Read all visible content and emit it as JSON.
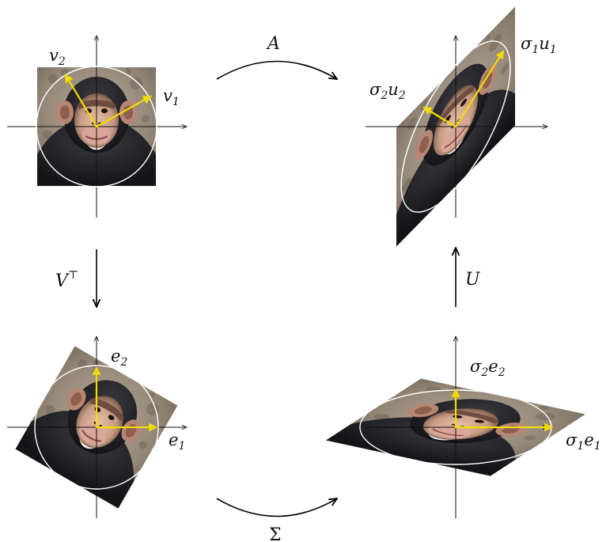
{
  "maps": {
    "A": "A",
    "VT_base": "V",
    "VT_sup": "⊤",
    "U": "U",
    "Sigma": "Σ"
  },
  "panels": {
    "top_left": {
      "v1_base": "v",
      "v1_sub": "1",
      "v2_base": "v",
      "v2_sub": "2"
    },
    "top_right": {
      "s1u1_sigma": "σ",
      "s1u1_sigma_sub": "1",
      "s1u1_u": "u",
      "s1u1_u_sub": "1",
      "s2u2_sigma": "σ",
      "s2u2_sigma_sub": "2",
      "s2u2_u": "u",
      "s2u2_u_sub": "2"
    },
    "bottom_left": {
      "e1_base": "e",
      "e1_sub": "1",
      "e2_base": "e",
      "e2_sub": "2"
    },
    "bottom_right": {
      "s1e1_sigma": "σ",
      "s1e1_sigma_sub": "1",
      "s1e1_e": "e",
      "s1e1_e_sub": "1",
      "s2e2_sigma": "σ",
      "s2e2_sigma_sub": "2",
      "s2e2_e": "e",
      "s2e2_e_sub": "2"
    }
  },
  "colors": {
    "vector": "#f2dc00",
    "unit_circle": "#ffffff",
    "axes": "#111111"
  },
  "image": {
    "subject": "chimpanzee face photo",
    "icon": "chimpanzee-photo"
  }
}
